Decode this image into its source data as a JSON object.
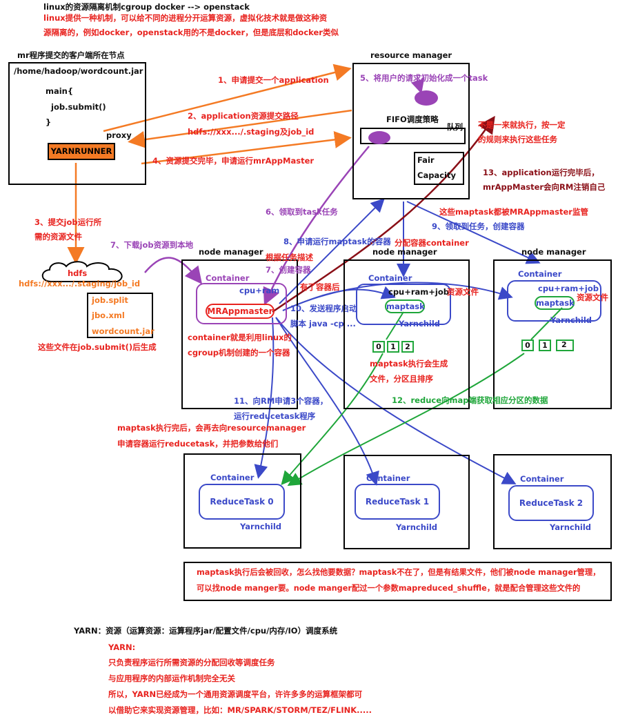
{
  "header": {
    "line1": "linux的资源隔离机制cgroup   docker --> openstack",
    "line2": "linux提供一种机制，可以给不同的进程分开运算资源，虚拟化技术就是做这种资",
    "line3": "源隔离的，例如docker，openstack用的不是docker，但是底层和docker类似"
  },
  "client": {
    "title": "mr程序提交的客户端所在节点",
    "path": "/home/hadoop/wordcount.jar",
    "code1": "main{",
    "code2": "job.submit()",
    "code3": "}",
    "proxy": "proxy",
    "yarnrunner": "YARNRUNNER"
  },
  "rm": {
    "title": "resource manager",
    "fifo": "FIFO调度策略",
    "queue": "队列",
    "fair": "Fair",
    "capacity": "Capacity"
  },
  "steps": {
    "s1": "1、申请提交一个application",
    "s2a": "2、application资源提交路径",
    "s2b": "hdfs://xxx.../.staging及job_id",
    "s3a": "3、提交job运行所",
    "s3b": "需的资源文件",
    "s4": "4、资源提交完毕，申请运行mrAppMaster",
    "s5": "5、将用户的请求初始化成一个task",
    "s6": "6、领取到task任务",
    "s7a": "7、下载job资源到本地",
    "s7b": "7、创建容器",
    "s8a": "8、申请运行maptask的容器",
    "s8b": "分配容器container",
    "s8c": "根据任务描述",
    "s8d": "有了容器后",
    "s9": "9、领取到任务，创建容器",
    "s10a": "10、发送程序启动",
    "s10b": "脚本 java -cp ...",
    "s11a": "11、向RM申请3个容器，",
    "s11b": "运行reducetask程序",
    "s12": "12、reduce向map端获取相应分区的数据",
    "s13a": "13、application运行完毕后，",
    "s13b": "mrAppMaster会向RM注销自己"
  },
  "notes": {
    "fifo_a": "不是一来就执行，按一定",
    "fifo_b": "的规则来执行这些任务",
    "monitor": "这些maptask都被MRAppmaster监管",
    "container_a": "container就是利用linux的",
    "container_b": "cgroup机制创建的一个容器",
    "maptask_a": "maptask执行会生成",
    "maptask_b": "文件，分区且排序",
    "done_a": "maptask执行完后，会再去向resourcemanager",
    "done_b": "申请容器运行reducetask，并把参数给他们",
    "bottom_a": "maptask执行后会被回收，怎么找他要数据？maptask不在了，但是有结果文件，他们被node manager管理，",
    "bottom_b": "可以找node manger要。node manger配过一个参数mapreduced_shuffle，就是配合管理这些文件的"
  },
  "hdfs": {
    "label": "hdfs",
    "path": "hdfs://xxx.../.staging/job_id",
    "files": [
      "job.split",
      "jbo.xml",
      "wordcount.jar"
    ],
    "note": "这些文件在job.submit()后生成"
  },
  "nm": {
    "title": "node manager",
    "container": "Container",
    "cpuram": "cpu+ram",
    "mrappmaster": "MRAppmaster",
    "cpuramjob": "cpu+ram+job",
    "maptask": "maptask",
    "res_file": "资源文件",
    "yarnchild": "Yarnchild",
    "partitions": [
      "0",
      "1",
      "2"
    ]
  },
  "reduce": {
    "container": "Container",
    "tasks": [
      "ReduceTask 0",
      "ReduceTask 1",
      "ReduceTask 2"
    ],
    "yarnchild": "Yarnchild"
  },
  "footer": {
    "title": "YARN：资源（运算资源：运算程序jar/配置文件/cpu/内存/IO）调度系统",
    "l1": "YARN:",
    "l2": "只负责程序运行所需资源的分配回收等调度任务",
    "l3": "与应用程序的内部运作机制完全无关",
    "l4": "所以，YARN已经成为一个通用资源调度平台，许许多多的运算框架都可",
    "l5": "以借助它来实现资源管理，比如：MR/SPARK/STORM/TEZ/FLINK....."
  },
  "colors": {
    "red": "#e8231f",
    "blue": "#3b49c8",
    "purple": "#9a44b6",
    "green": "#1fa63a",
    "orange": "#f47a24",
    "darkred": "#8a0f17"
  }
}
